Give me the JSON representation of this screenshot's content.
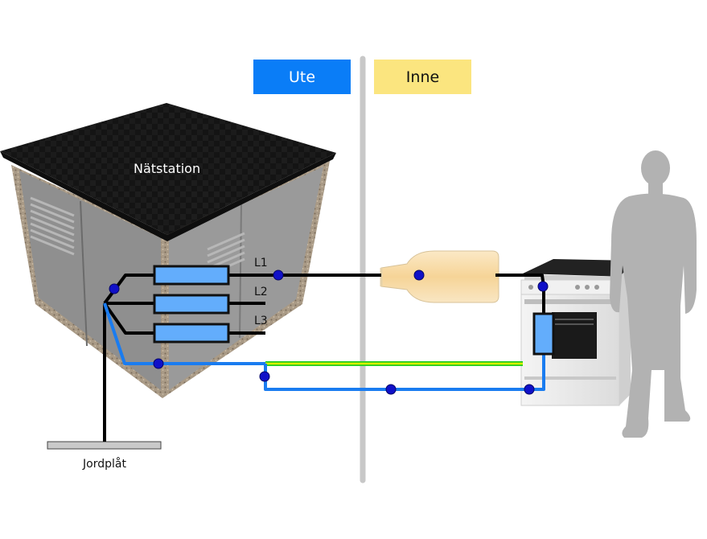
{
  "zones": {
    "outside_label": "Ute",
    "inside_label": "Inne"
  },
  "station": {
    "label": "Nätstation"
  },
  "phases": [
    "L1",
    "L2",
    "L3"
  ],
  "ground": {
    "label": "Jordplåt"
  },
  "colors": {
    "outside": "#0a7df7",
    "inside": "#fbe57f",
    "phase_conductor": "#000000",
    "neutral_conductor": "#1a7cf0",
    "protective_earth": "#c6e000",
    "fuse": "#63adfc",
    "node": "#1010c8",
    "divider": "#c8c8c8"
  }
}
